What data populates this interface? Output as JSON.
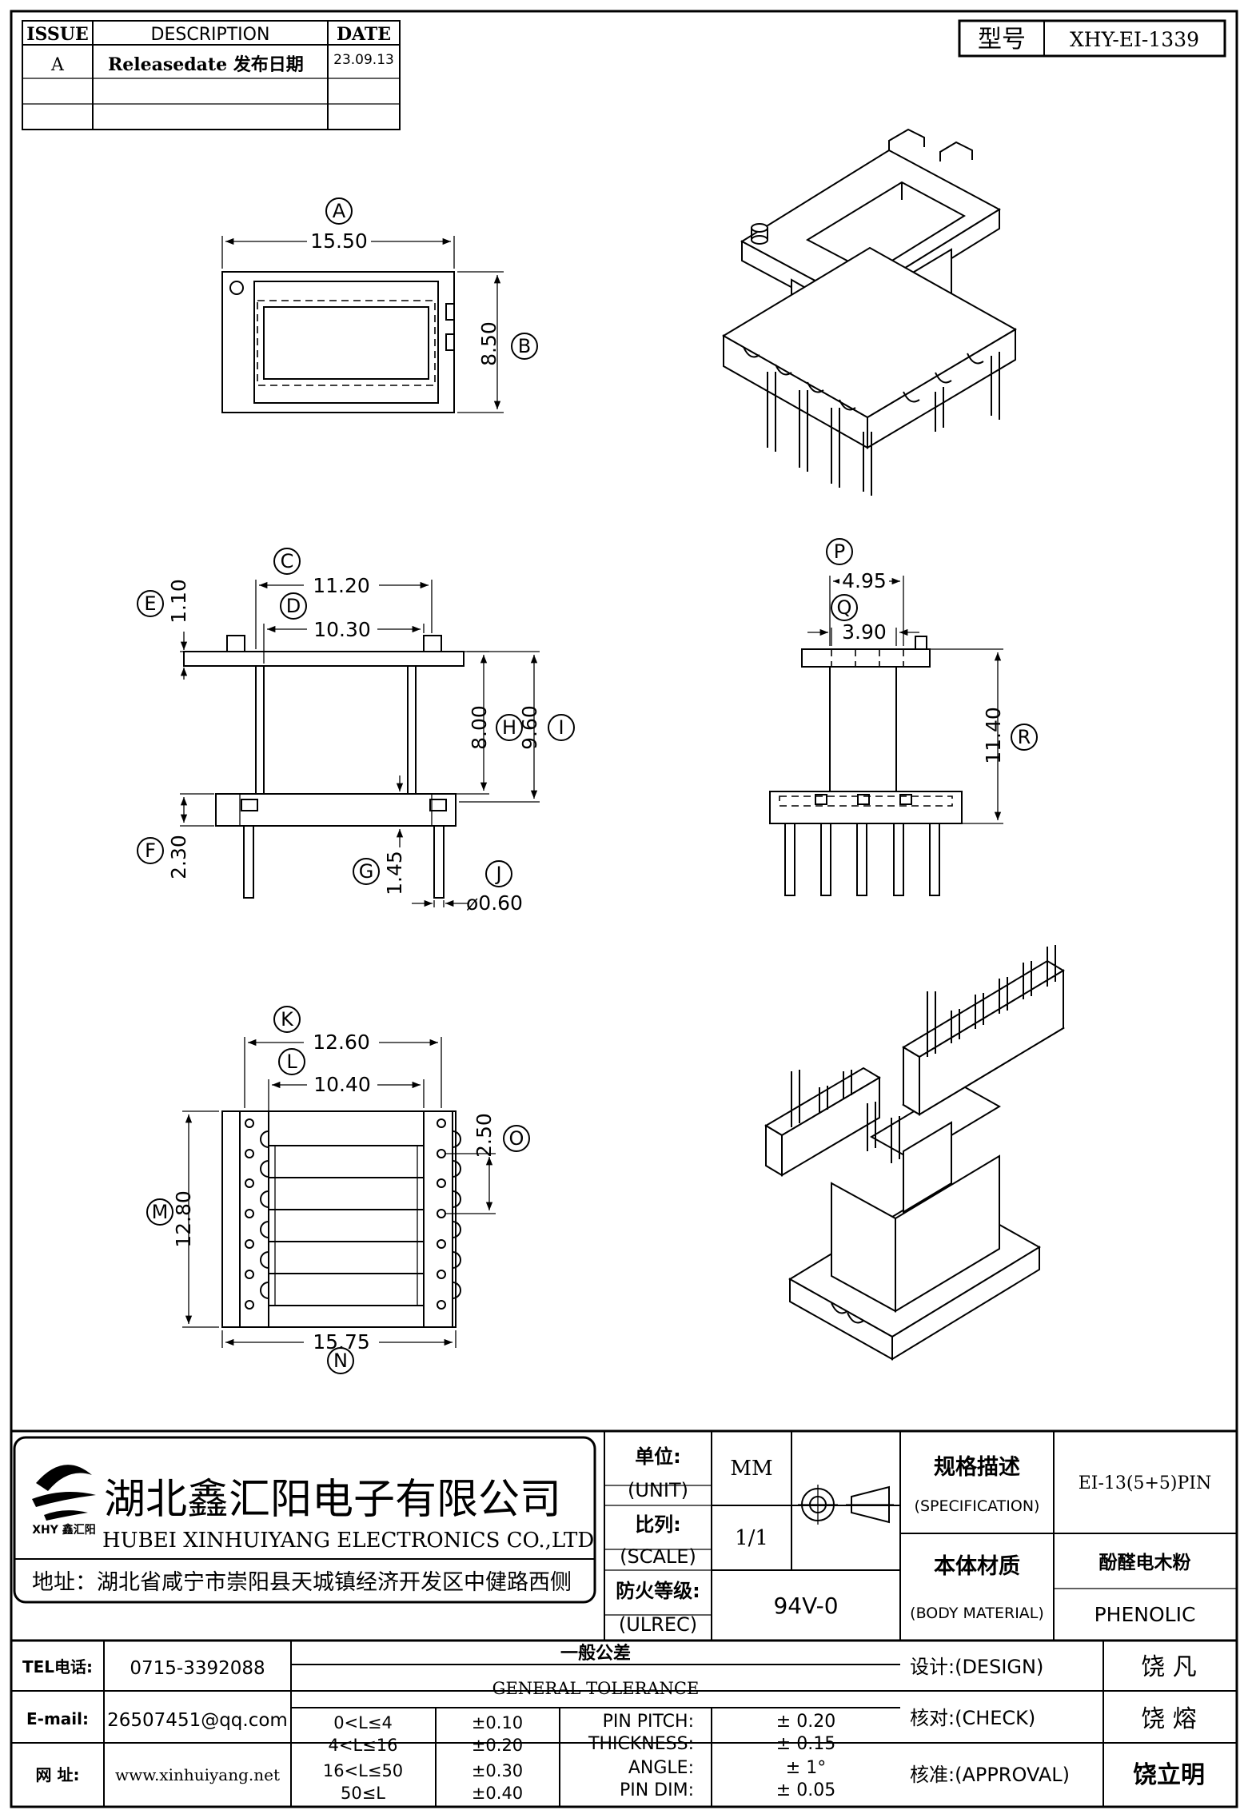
{
  "revision_table": {
    "headers": [
      "ISSUE",
      "DESCRIPTION",
      "DATE"
    ],
    "rows": [
      {
        "issue": "A",
        "description": "Releasedate 发布日期",
        "date": "23.09.13"
      },
      {
        "issue": "",
        "description": "",
        "date": ""
      },
      {
        "issue": "",
        "description": "",
        "date": ""
      }
    ]
  },
  "model": {
    "label": "型号",
    "value": "XHY-EI-1339"
  },
  "dimensions": {
    "A": "15.50",
    "B": "8.50",
    "C": "11.20",
    "D": "10.30",
    "E": "1.10",
    "F": "2.30",
    "G": "1.45",
    "H": "8.00",
    "I": "9.60",
    "J": "ø0.60",
    "K": "12.60",
    "L": "10.40",
    "M": "12.80",
    "N": "15.75",
    "O": "2.50",
    "P": "4.95",
    "Q": "3.90",
    "R": "11.40"
  },
  "company": {
    "logo_text": "XHY 鑫汇阳",
    "name_cn": "湖北鑫汇阳电子有限公司",
    "name_en": "HUBEI XINHUIYANG ELECTRONICS CO.,LTD",
    "address": "地址：湖北省咸宁市崇阳县天城镇经济开发区中健路西侧"
  },
  "specs": {
    "unit_cn": "单位:",
    "unit_en": "(UNIT)",
    "unit_value": "MM",
    "scale_cn": "比列:",
    "scale_en": "(SCALE)",
    "scale_value": "1/1",
    "ulrec_cn": "防火等级:",
    "ulrec_en": "(ULREC)",
    "ulrec_value": "94V-0",
    "spec_cn": "规格描述",
    "spec_en": "(SPECIFICATION)",
    "spec_value": "EI-13(5+5)PIN",
    "material_cn": "本体材质",
    "material_en": "(BODY MATERIAL)",
    "material_value_cn": "酚醛电木粉",
    "material_value_en": "PHENOLIC"
  },
  "contact": {
    "tel_label": "TEL电话:",
    "tel": "0715-3392088",
    "email_label": "E-mail:",
    "email": "26507451@qq.com",
    "web_label": "网  址:",
    "web": "www.xinhuiyang.net"
  },
  "tolerance": {
    "title_cn": "一般公差",
    "title_en": "GENERAL TOLERANCE",
    "ranges": [
      {
        "range": "0<L≤4",
        "tol": "±0.10"
      },
      {
        "range": "4<L≤16",
        "tol": "±0.20"
      },
      {
        "range": "16<L≤50",
        "tol": "±0.30"
      },
      {
        "range": "50≤L",
        "tol": "±0.40"
      }
    ],
    "others": [
      {
        "label": "PIN PITCH:",
        "value": "± 0.20"
      },
      {
        "label": "THICKNESS:",
        "value": "± 0.15"
      },
      {
        "label": "ANGLE:",
        "value": "± 1°"
      },
      {
        "label": "PIN DIM:",
        "value": "± 0.05"
      }
    ]
  },
  "approvals": {
    "design_label": "设计:(DESIGN)",
    "design": "饶 凡",
    "check_label": "核对:(CHECK)",
    "check": "饶 熔",
    "approval_label": "核准:(APPROVAL)",
    "approval": "饶立明"
  }
}
